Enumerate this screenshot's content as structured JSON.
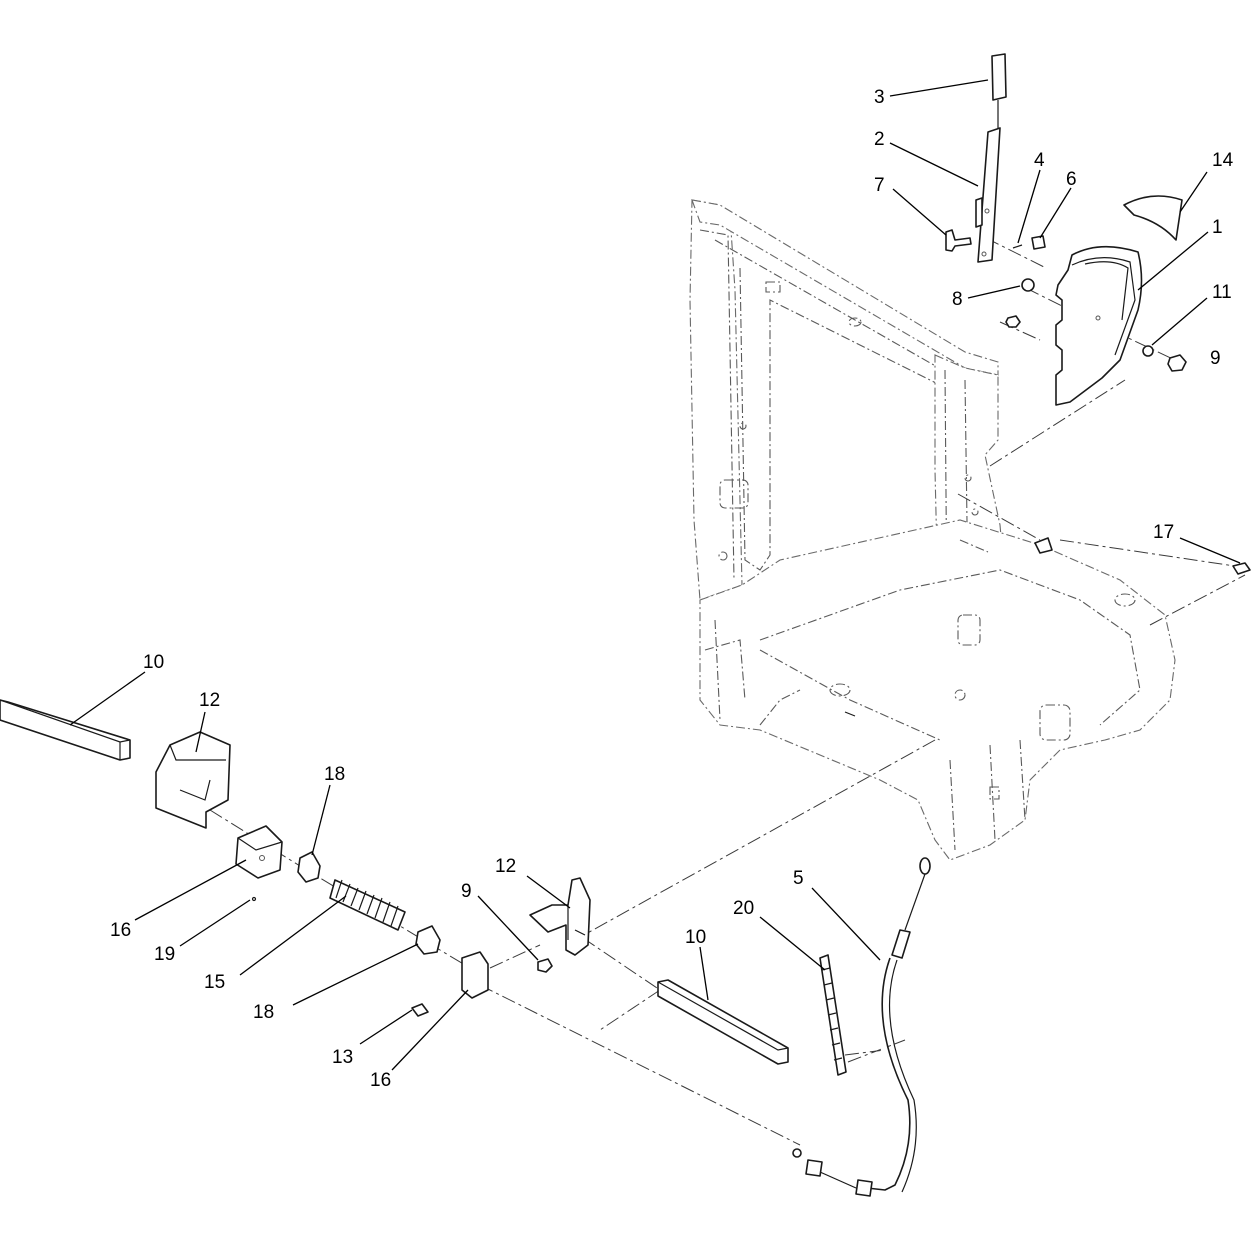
{
  "callouts": [
    {
      "id": "c-3",
      "label": "3"
    },
    {
      "id": "c-2",
      "label": "2"
    },
    {
      "id": "c-4",
      "label": "4"
    },
    {
      "id": "c-6",
      "label": "6"
    },
    {
      "id": "c-7",
      "label": "7"
    },
    {
      "id": "c-14",
      "label": "14"
    },
    {
      "id": "c-1",
      "label": "1"
    },
    {
      "id": "c-8",
      "label": "8"
    },
    {
      "id": "c-11",
      "label": "11"
    },
    {
      "id": "c-9a",
      "label": "9"
    },
    {
      "id": "c-17",
      "label": "17"
    },
    {
      "id": "c-10a",
      "label": "10"
    },
    {
      "id": "c-12a",
      "label": "12"
    },
    {
      "id": "c-18a",
      "label": "18"
    },
    {
      "id": "c-16a",
      "label": "16"
    },
    {
      "id": "c-19",
      "label": "19"
    },
    {
      "id": "c-15",
      "label": "15"
    },
    {
      "id": "c-18b",
      "label": "18"
    },
    {
      "id": "c-13",
      "label": "13"
    },
    {
      "id": "c-16b",
      "label": "16"
    },
    {
      "id": "c-12b",
      "label": "12"
    },
    {
      "id": "c-9b",
      "label": "9"
    },
    {
      "id": "c-10b",
      "label": "10"
    },
    {
      "id": "c-20",
      "label": "20"
    },
    {
      "id": "c-5",
      "label": "5"
    }
  ]
}
